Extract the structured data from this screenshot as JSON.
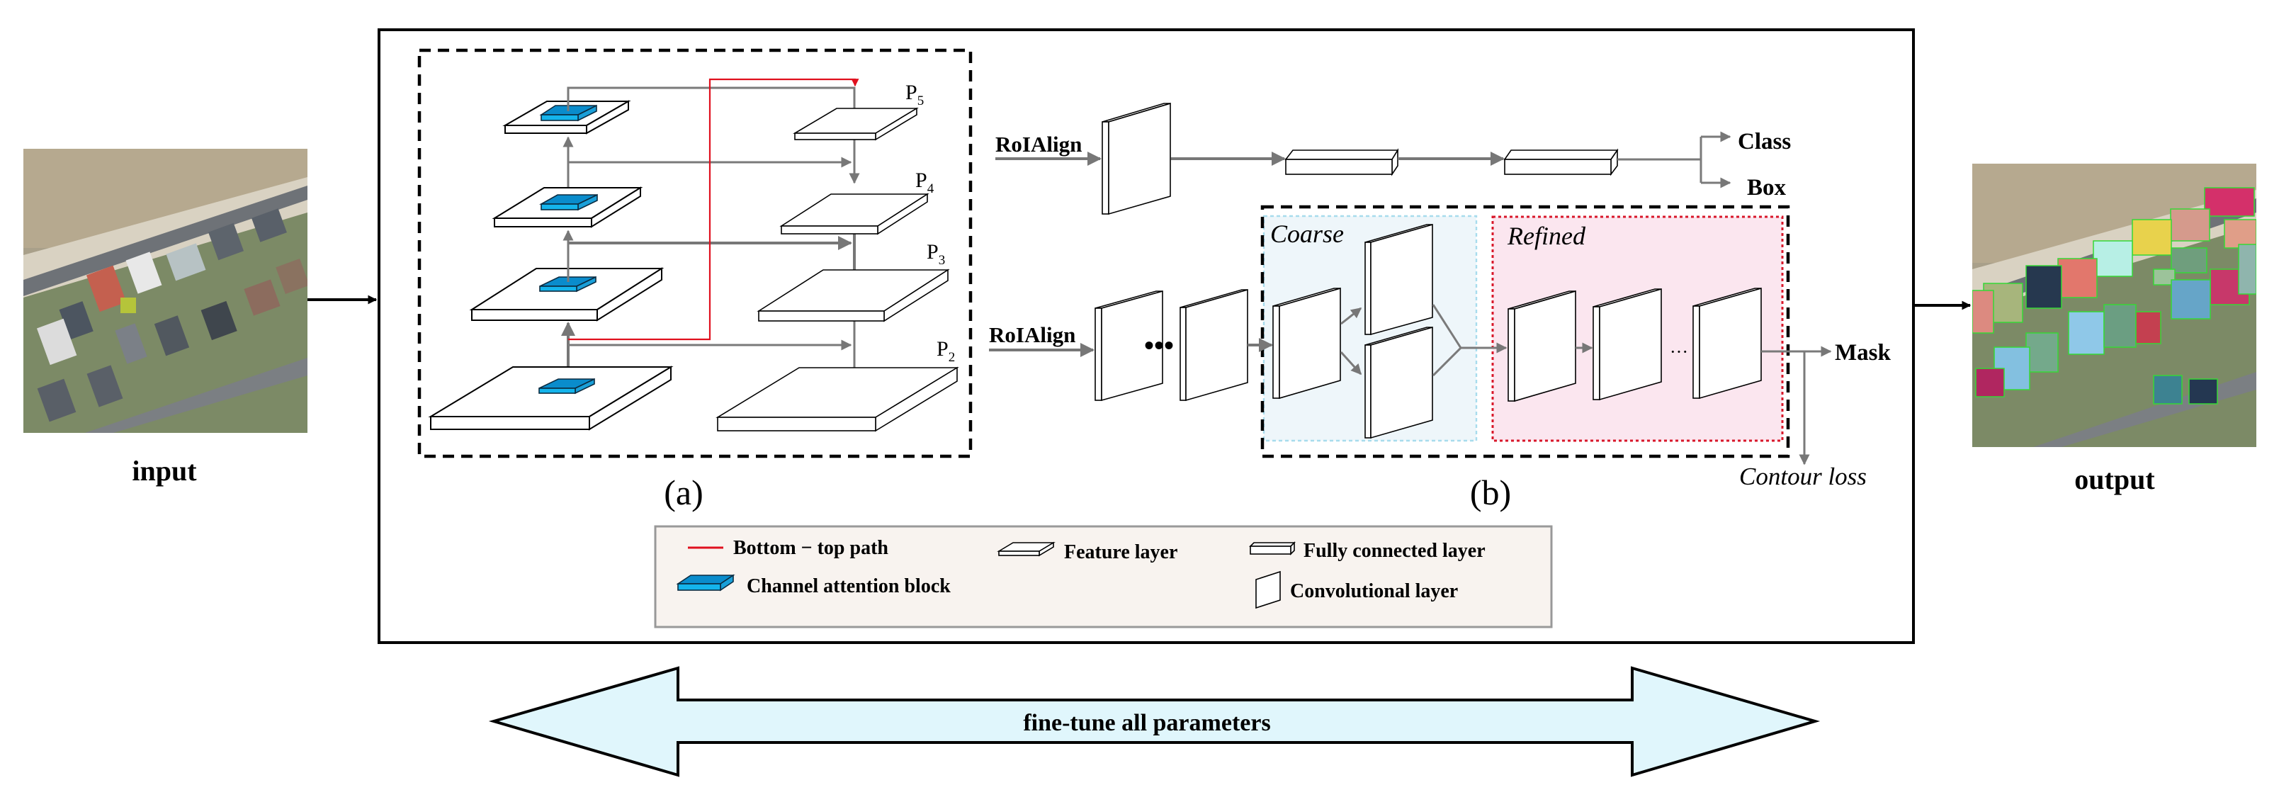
{
  "figure": {
    "input_label": "input",
    "output_label": "output",
    "finetune_label": "fine-tune all parameters"
  },
  "fpn": {
    "panel_label": "(a)",
    "levels": [
      {
        "name": "P",
        "sub": "5"
      },
      {
        "name": "P",
        "sub": "4"
      },
      {
        "name": "P",
        "sub": "3"
      },
      {
        "name": "P",
        "sub": "2"
      }
    ]
  },
  "heads": {
    "roialign_box_label": "RoIAlign",
    "roialign_mask_label": "RoIAlign",
    "class_label": "Class",
    "box_label": "Box",
    "mask_label": "Mask",
    "contour_loss_label": "Contour loss",
    "panel_label": "(b)",
    "coarse_label": "Coarse",
    "refined_label": "Refined",
    "ellipsis_mid": "•••",
    "ellipsis_refined": "···"
  },
  "legend": {
    "items": [
      {
        "icon": "red-line-icon",
        "label": "Bottom − top path"
      },
      {
        "icon": "feature-layer-icon",
        "label": "Feature layer"
      },
      {
        "icon": "fully-connected-layer-icon",
        "label": "Fully connected layer"
      },
      {
        "icon": "channel-attention-block-icon",
        "label": "Channel attention block"
      },
      {
        "icon": "convolutional-layer-icon",
        "label": "Convolutional layer"
      }
    ]
  },
  "colors": {
    "bottom_top_path": "#e0101e",
    "channel_attention": "#0a8ccc",
    "coarse_fill": "#eef6fa",
    "coarse_border": "#a8dced",
    "refined_fill": "#fbe6ef",
    "refined_border": "#d8172a",
    "legend_fill": "#f8f3ef",
    "finetune_arrow_fill": "#e0f6fc",
    "connector_gray": "#777777"
  }
}
